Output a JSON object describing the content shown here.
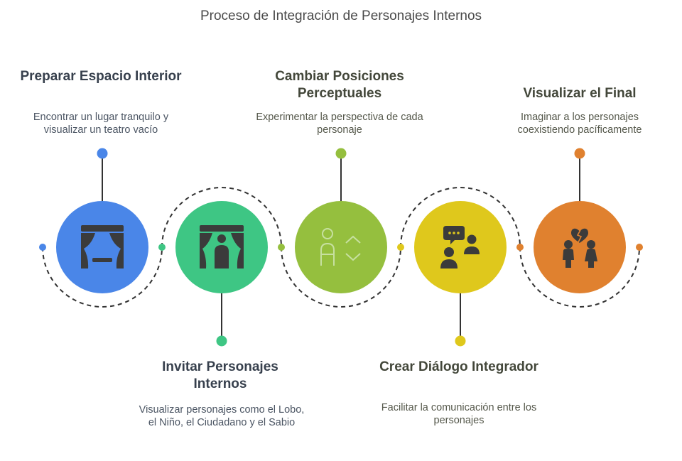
{
  "title": "Proceso de Integración de Personajes Internos",
  "steps": [
    {
      "heading": "Preparar Espacio Interior",
      "description": "Encontrar un lugar tranquilo y visualizar un teatro vacío",
      "color": "#4a86e8",
      "icon": "empty-theater-stage-icon"
    },
    {
      "heading": "Invitar Personajes Internos",
      "description": "Visualizar personajes como el Lobo, el Niño, el Ciudadano y el Sabio",
      "color": "#3ec684",
      "icon": "theater-stage-with-person-icon"
    },
    {
      "heading": "Cambiar Posiciones Perceptuales",
      "description": "Experimentar la perspectiva de cada personaje",
      "color": "#95bf3e",
      "icon": "person-with-up-down-arrows-icon"
    },
    {
      "heading": "Crear Diálogo Integrador",
      "description": "Facilitar la comunicación entre los personajes",
      "color": "#dfc81c",
      "icon": "two-people-conversation-icon"
    },
    {
      "heading": "Visualizar el Final",
      "description": "Imaginar a los personajes coexistiendo pacíficamente",
      "color": "#e0812f",
      "icon": "two-people-broken-heart-icon"
    }
  ],
  "colors": {
    "connector": "#333333",
    "icon": "#3b3b3b"
  }
}
